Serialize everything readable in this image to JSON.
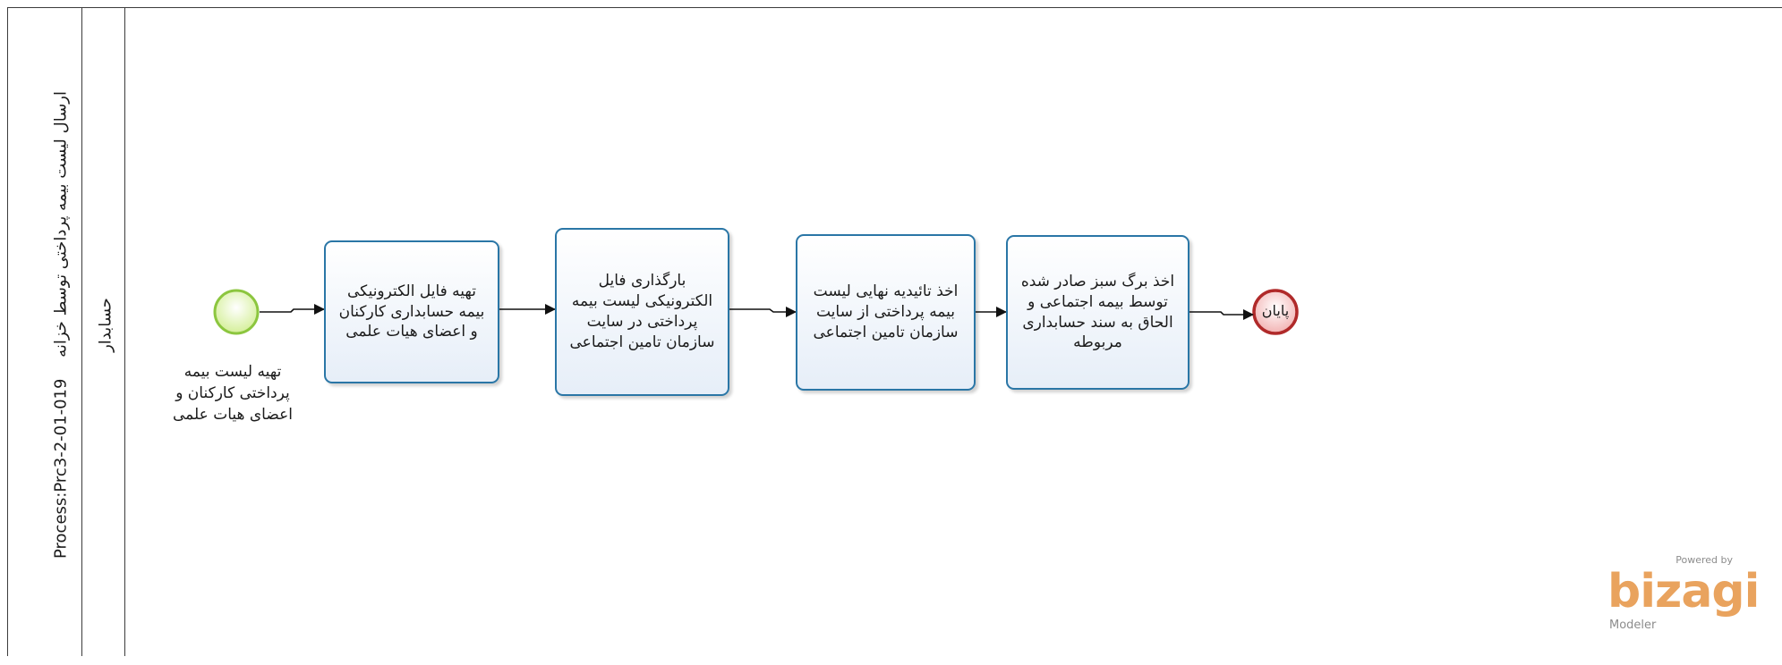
{
  "pool": {
    "process_id": "Process:Prc3-2-01-019",
    "title": "ارسال لیست بیمه پرداختی توسط خزانه"
  },
  "lane": {
    "title": "حسابدار"
  },
  "start_event": {
    "label": "تهیه لیست بیمه پرداختی کارکنان و اعضای هیات علمی"
  },
  "tasks": [
    {
      "label": "تهیه فایل الکترونیکی بیمه حسابداری کارکنان و اعضای هیات علمی"
    },
    {
      "label": "بارگذاری فایل الکترونیکی لیست بیمه پرداختی در سایت سازمان تامین اجتماعی"
    },
    {
      "label": "اخذ تائیدیه نهایی لیست بیمه پرداختی از سایت سازمان تامین اجتماعی"
    },
    {
      "label": "اخذ برگ سبز صادر شده توسط بیمه اجتماعی و الحاق به سند حسابداری مربوطه"
    }
  ],
  "end_event": {
    "label": "پایان"
  },
  "branding": {
    "powered": "Powered by",
    "logo": "bizagi",
    "product": "Modeler"
  },
  "colors": {
    "task_border": "#2a76a6",
    "start_fill": "#e3f5b4",
    "start_stroke": "#8cc63f",
    "end_fill": "#f6c5c5",
    "end_stroke": "#b02a2a",
    "brand": "#e9a35e"
  }
}
